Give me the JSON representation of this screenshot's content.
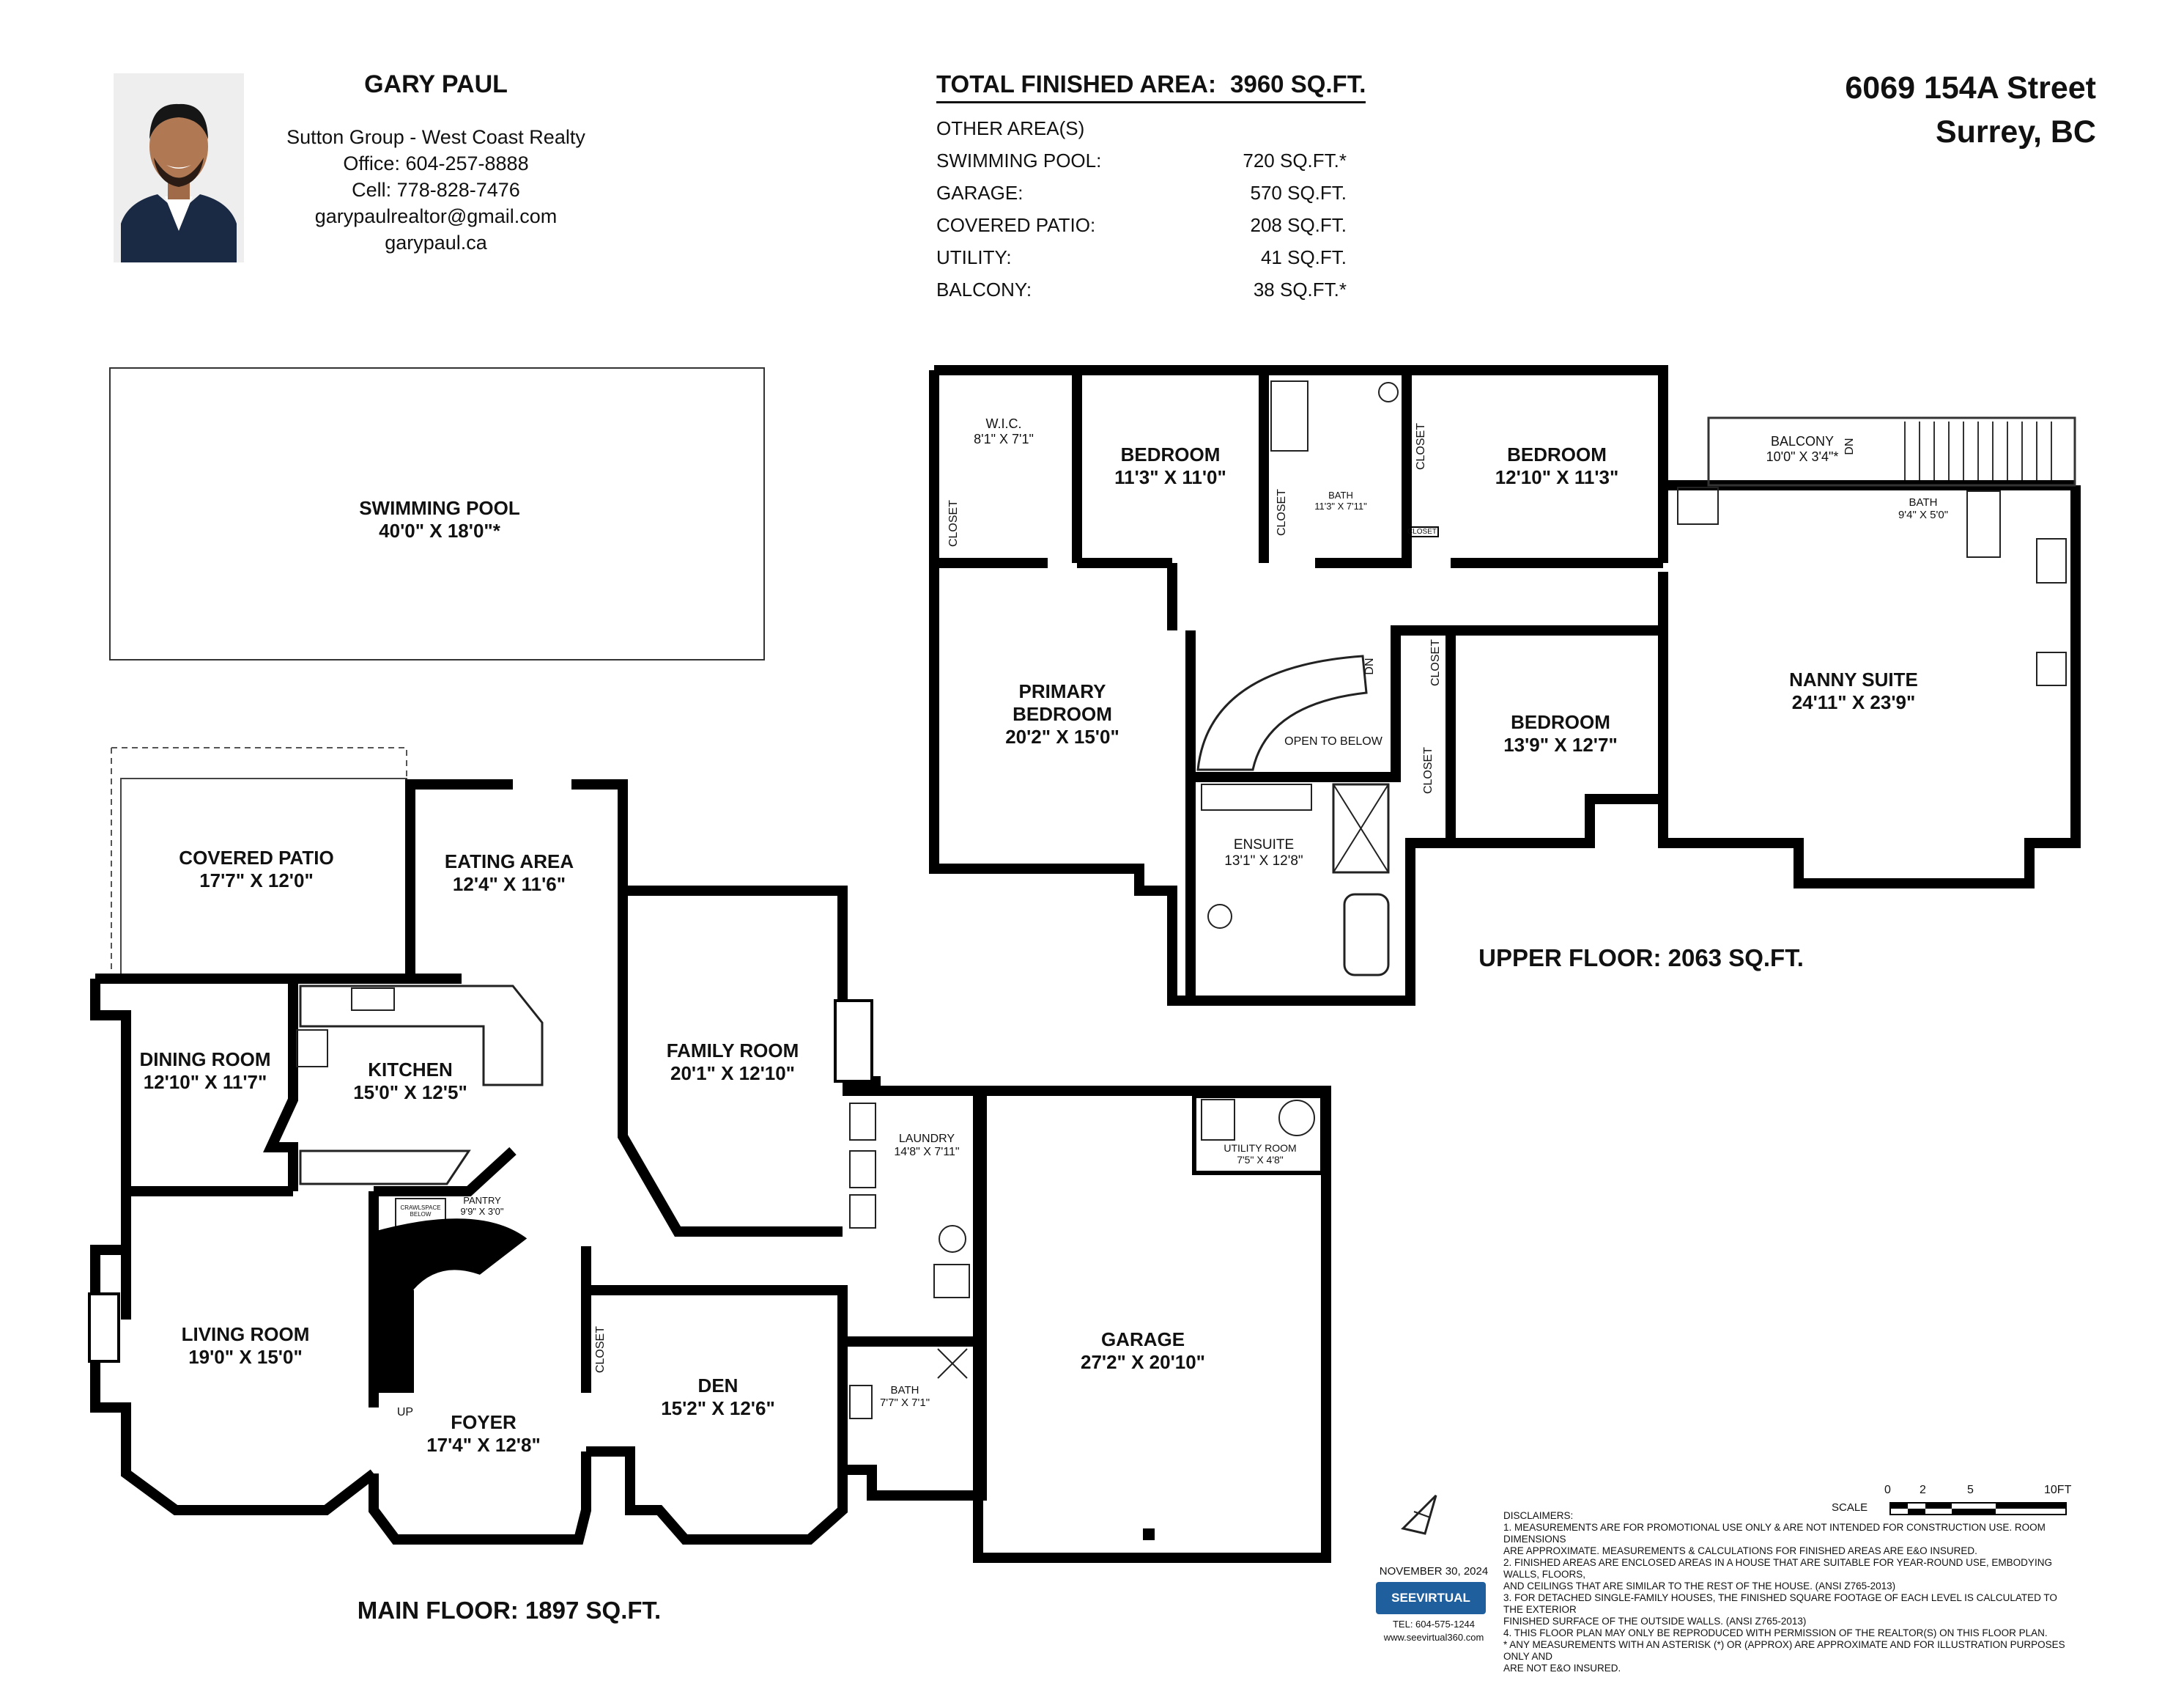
{
  "agent": {
    "name": "GARY PAUL",
    "company": "Sutton Group - West Coast Realty",
    "office": "Office: 604-257-8888",
    "cell": "Cell: 778-828-7476",
    "email": "garypaulrealtor@gmail.com",
    "website": "garypaul.ca"
  },
  "address": {
    "line1": "6069 154A Street",
    "line2": "Surrey, BC"
  },
  "areas": {
    "total_label": "TOTAL FINISHED AREA:",
    "total_value": "3960 SQ.FT.",
    "other_label": "OTHER AREA(S)",
    "rows": [
      {
        "name": "SWIMMING POOL:",
        "value": "720 SQ.FT.*"
      },
      {
        "name": "GARAGE:",
        "value": "570 SQ.FT."
      },
      {
        "name": "COVERED PATIO:",
        "value": "208 SQ.FT."
      },
      {
        "name": "UTILITY:",
        "value": "41 SQ.FT."
      },
      {
        "name": "BALCONY:",
        "value": "38 SQ.FT.*"
      }
    ]
  },
  "main_floor": {
    "label": "MAIN FLOOR: 1897 SQ.FT.",
    "rooms": {
      "pool": {
        "name": "SWIMMING POOL",
        "dims": "40'0\" X 18'0\"*"
      },
      "patio": {
        "name": "COVERED PATIO",
        "dims": "17'7\" X 12'0\""
      },
      "eating": {
        "name": "EATING AREA",
        "dims": "12'4\" X 11'6\""
      },
      "dining": {
        "name": "DINING ROOM",
        "dims": "12'10\" X 11'7\""
      },
      "kitchen": {
        "name": "KITCHEN",
        "dims": "15'0\" X 12'5\""
      },
      "family": {
        "name": "FAMILY ROOM",
        "dims": "20'1\" X 12'10\""
      },
      "laundry": {
        "name": "LAUNDRY",
        "dims": "14'8\" X 7'11\""
      },
      "utility": {
        "name": "UTILITY ROOM",
        "dims": "7'5\" X 4'8\""
      },
      "pantry": {
        "name": "PANTRY",
        "dims": "9'9\" X 3'0\""
      },
      "crawl": {
        "line1": "CRAWLSPACE",
        "line2": "BELOW"
      },
      "living": {
        "name": "LIVING ROOM",
        "dims": "19'0\" X 15'0\""
      },
      "foyer": {
        "name": "FOYER",
        "dims": "17'4\" X 12'8\""
      },
      "den": {
        "name": "DEN",
        "dims": "15'2\" X 12'6\""
      },
      "bath": {
        "name": "BATH",
        "dims": "7'7\" X 7'1\""
      },
      "garage": {
        "name": "GARAGE",
        "dims": "27'2\" X 20'10\""
      }
    },
    "closet": "CLOSET",
    "up": "UP"
  },
  "upper_floor": {
    "label": "UPPER FLOOR: 2063 SQ.FT.",
    "rooms": {
      "wic": {
        "name": "W.I.C.",
        "dims": "8'1\" X 7'1\""
      },
      "bed1": {
        "name": "BEDROOM",
        "dims": "11'3\" X 11'0\""
      },
      "bath1": {
        "name": "BATH",
        "dims": "11'3\" X 7'11\""
      },
      "bed2": {
        "name": "BEDROOM",
        "dims": "12'10\" X 11'3\""
      },
      "balcony": {
        "name": "BALCONY",
        "dims": "10'0\" X 3'4\"*"
      },
      "bath2": {
        "name": "BATH",
        "dims": "9'4\" X 5'0\""
      },
      "primary": {
        "line1": "PRIMARY",
        "line2": "BEDROOM",
        "dims": "20'2\" X 15'0\""
      },
      "bed3": {
        "name": "BEDROOM",
        "dims": "13'9\" X 12'7\""
      },
      "nanny": {
        "name": "NANNY SUITE",
        "dims": "24'11\" X 23'9\""
      },
      "ensuite": {
        "name": "ENSUITE",
        "dims": "13'1\" X 12'8\""
      }
    },
    "open_below": "OPEN TO BELOW",
    "dn": "DN",
    "closet": "CLOSET"
  },
  "scale": {
    "label": "SCALE",
    "ticks": [
      "0",
      "2",
      "5",
      "10FT"
    ]
  },
  "footer": {
    "date": "NOVEMBER 30, 2024",
    "brand": "SEEVIRTUAL",
    "tel": "TEL: 604-575-1244",
    "web": "www.seevirtual360.com"
  },
  "disclaimers": {
    "title": "DISCLAIMERS:",
    "lines": [
      "1. MEASUREMENTS ARE FOR PROMOTIONAL USE ONLY & ARE NOT INTENDED FOR CONSTRUCTION USE. ROOM DIMENSIONS",
      "ARE APPROXIMATE. MEASUREMENTS & CALCULATIONS FOR FINISHED AREAS ARE E&O INSURED.",
      "2. FINISHED AREAS ARE ENCLOSED AREAS IN A HOUSE THAT ARE SUITABLE FOR YEAR-ROUND USE, EMBODYING WALLS, FLOORS,",
      "AND CEILINGS THAT ARE SIMILAR TO THE REST OF THE HOUSE. (ANSI Z765-2013)",
      "3. FOR DETACHED SINGLE-FAMILY HOUSES, THE FINISHED SQUARE FOOTAGE OF EACH LEVEL IS CALCULATED TO THE EXTERIOR",
      "FINISHED SURFACE OF THE OUTSIDE WALLS. (ANSI Z765-2013)",
      "4. THIS FLOOR PLAN MAY ONLY BE REPRODUCED WITH PERMISSION OF THE REALTOR(S) ON THIS FLOOR PLAN.",
      "* ANY MEASUREMENTS WITH AN ASTERISK (*) OR (APPROX) ARE APPROXIMATE AND FOR ILLUSTRATION PURPOSES ONLY AND",
      "ARE NOT E&O INSURED."
    ]
  }
}
